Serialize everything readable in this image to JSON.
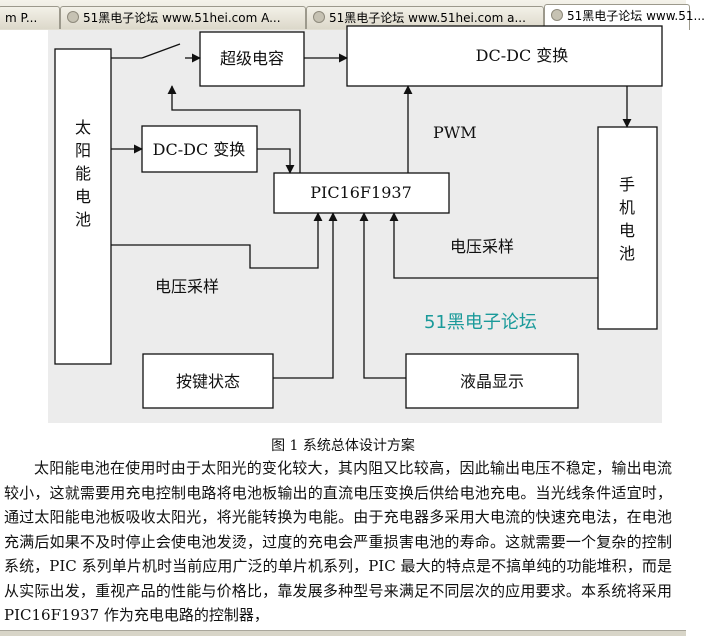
{
  "tabs": [
    {
      "label": "m P..."
    },
    {
      "label": "51黑电子论坛 www.51hei.com A..."
    },
    {
      "label": "51黑电子论坛 www.51hei.com a..."
    },
    {
      "label": "51黑电子论坛 www.51..."
    }
  ],
  "diagram": {
    "blocks": {
      "solar": "太阳能电池",
      "supercap": "超级电容",
      "dcdc_top": "DC-DC 变换",
      "dcdc_left": "DC-DC 变换",
      "mcu": "PIC16F1937",
      "phone": "手机电池",
      "keys": "按键状态",
      "lcd": "液晶显示"
    },
    "labels": {
      "pwm": "PWM",
      "sample_left": "电压采样",
      "sample_right": "电压采样"
    },
    "watermark": "51黑电子论坛",
    "watermark_color": "#1a9a9a"
  },
  "caption": "图 1  系统总体设计方案",
  "paragraph": "太阳能电池在使用时由于太阳光的变化较大，其内阻又比较高，因此输出电压不稳定，输出电流较小，这就需要用充电控制电路将电池板输出的直流电压变换后供给电池充电。当光线条件适宜时，通过太阳能电池板吸收太阳光，将光能转换为电能。由于充电器多采用大电流的快速充电法，在电池充满后如果不及时停止会使电池发烫，过度的充电会严重损害电池的寿命。这就需要一个复杂的控制系统，PIC 系列单片机时当前应用广泛的单片机系列，PIC 最大的特点是不搞单纯的功能堆积，而是从实际出发，重视产品的性能与价格比，靠发展多种型号来满足不同层次的应用要求。本系统将采用 PIC16F1937 作为充电电路的控制器，"
}
